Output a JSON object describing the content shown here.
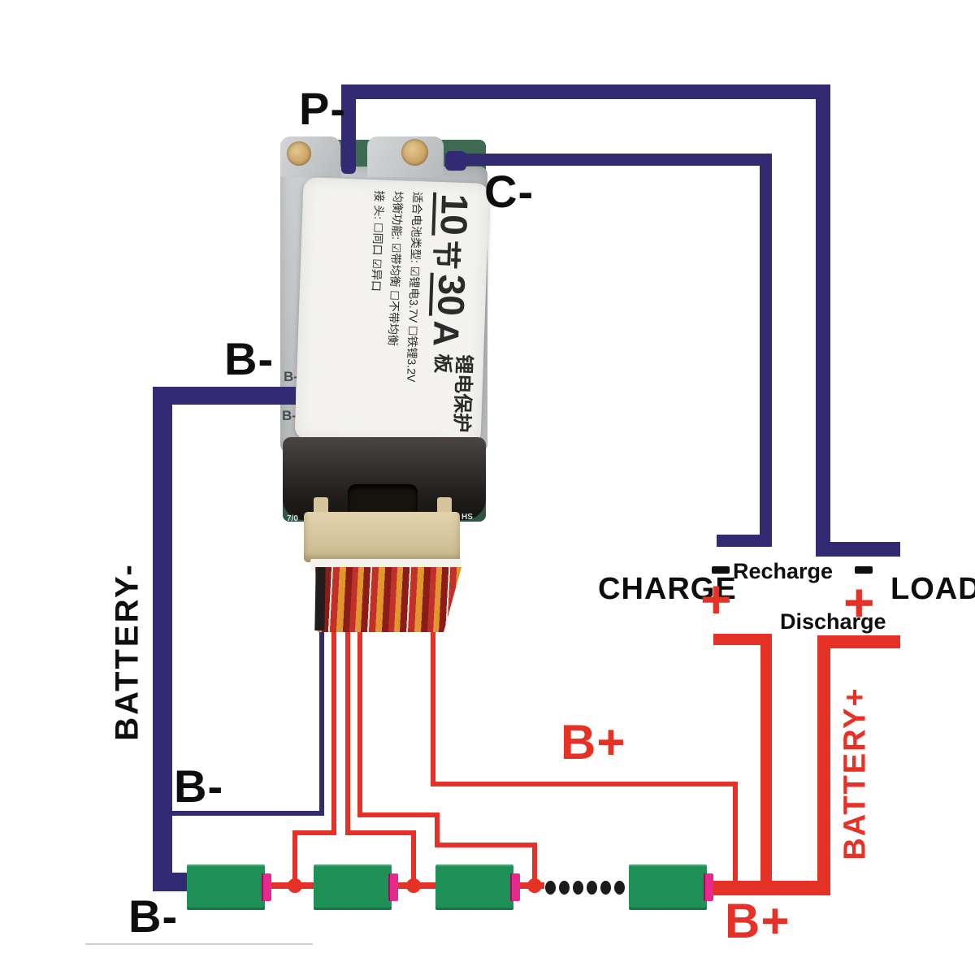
{
  "colors": {
    "navy": "#322b74",
    "red": "#e53126",
    "green": "#1f9156",
    "magenta": "#e62a8c",
    "labelbg": "#f3f2ee"
  },
  "wire_labels": {
    "p_minus": "P-",
    "c_minus": "C-",
    "b_minus_top": "B-",
    "b_minus_mid": "B-",
    "b_minus_bottom": "B-",
    "battery_minus": "BATTERY-",
    "b_plus_mid": "B+",
    "b_plus_bottom": "B+",
    "battery_plus": "BATTERY+"
  },
  "terminals": {
    "charge": "CHARGE",
    "load": "LOAD",
    "recharge": "Recharge",
    "discharge": "Discharge",
    "plus": "+"
  },
  "board": {
    "label": {
      "cells": "10",
      "cells_unit": "节",
      "amps": "30",
      "amps_unit": "A",
      "product": "锂电保护板",
      "battery_type_line": "适合电池类型: ☑锂电3.7V ☐铁锂3.2V",
      "balance_line": "均衡功能: ☑带均衡 ☐不带均衡",
      "port_line": "接 头: ☐同口 ☑异口"
    },
    "pads": {
      "b1": "B-",
      "b2": "B-"
    },
    "marks": {
      "left": "7/0",
      "right": "HS"
    }
  }
}
